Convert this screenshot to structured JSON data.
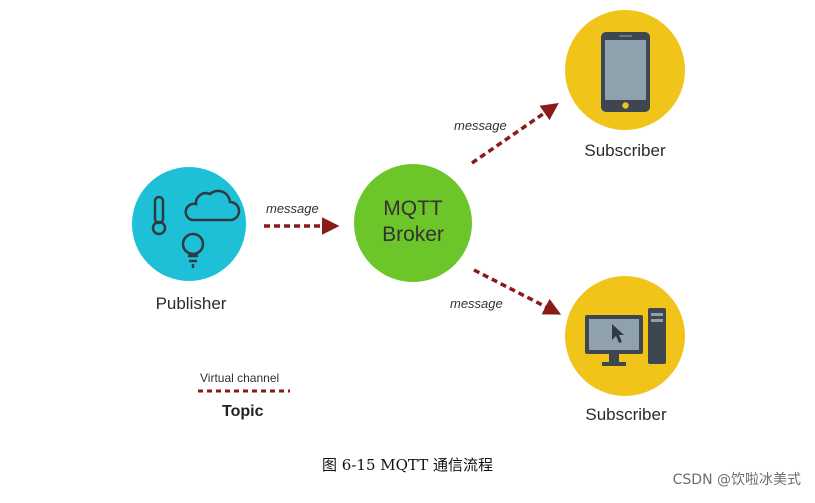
{
  "nodes": {
    "publisher": {
      "label": "Publisher",
      "color": "#1ec0d8"
    },
    "broker": {
      "line1": "MQTT",
      "line2": "Broker",
      "color": "#6cc62a"
    },
    "subscriber_phone": {
      "label": "Subscriber",
      "color": "#f0c418"
    },
    "subscriber_computer": {
      "label": "Subscriber",
      "color": "#f0c418"
    }
  },
  "arrows": {
    "pub_to_broker": "message",
    "broker_to_phone": "message",
    "broker_to_computer": "message",
    "color": "#8b1a1a"
  },
  "legend": {
    "channel_label": "Virtual channel",
    "topic_label": "Topic"
  },
  "icons": {
    "publisher": [
      "thermometer-icon",
      "cloud-icon",
      "lightbulb-icon"
    ],
    "subscriber_phone": "smartphone-icon",
    "subscriber_computer": "desktop-computer-icon"
  },
  "caption": "图 6-15 MQTT 通信流程",
  "watermark": "CSDN @饮啦冰美式"
}
